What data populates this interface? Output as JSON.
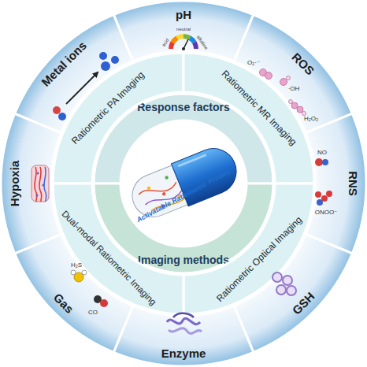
{
  "diagram": {
    "nodes": [
      {
        "text": [
          "Activatable Ratiometric Probes"
        ]
      },
      {
        "text": [
          "Response factors"
        ]
      },
      {
        "text": [
          "Imaging methods"
        ]
      },
      {
        "text": [
          "Ratiometric PA Imaging"
        ]
      },
      {
        "text": [
          "Ratiometric MR Imaging"
        ]
      },
      {
        "text": [
          "Ratiometric Optical Imaging"
        ]
      },
      {
        "text": [
          "Dual-modal Ratiometric Imaging"
        ]
      },
      {
        "text": [
          "pH"
        ]
      },
      {
        "text": [
          "ROS"
        ]
      },
      {
        "text": [
          "RNS"
        ]
      },
      {
        "text": [
          "GSH"
        ]
      },
      {
        "text": [
          "Enzyme"
        ]
      },
      {
        "text": [
          "Gas"
        ]
      },
      {
        "text": [
          "Hypoxia"
        ]
      },
      {
        "text": [
          "Metal ions"
        ]
      }
    ],
    "labels": [
      "acid",
      "neutral",
      "alkaline",
      "·OH",
      "O₂·⁻",
      "H₂O₂",
      "NO",
      "ONOO⁻",
      "H₂S",
      "CO"
    ]
  }
}
